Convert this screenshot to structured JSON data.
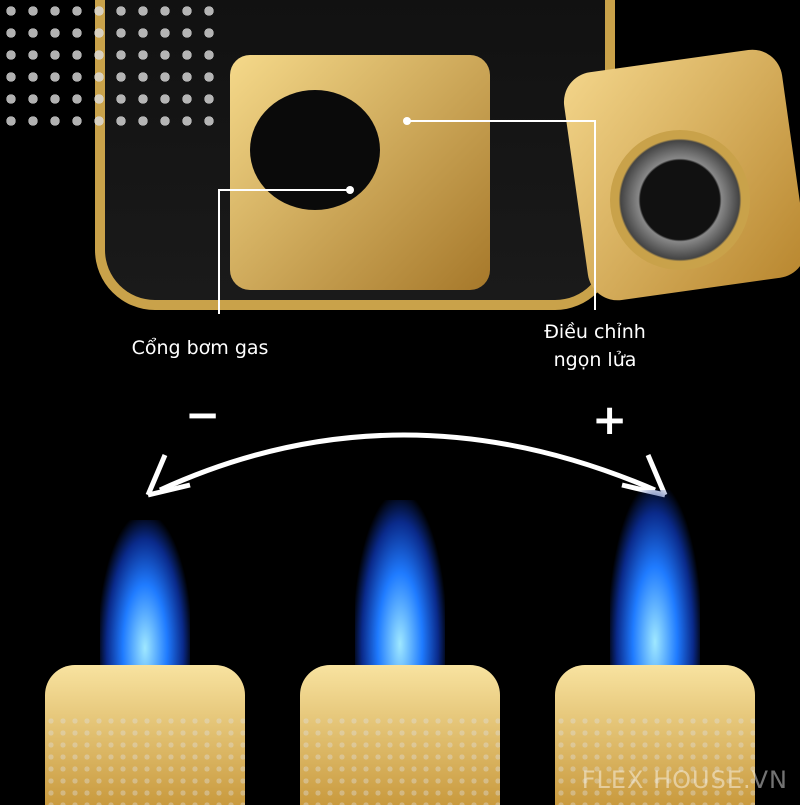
{
  "annotations": {
    "gas_port": "Cổng bơm gas",
    "flame_adjust_line1": "Điều chỉnh",
    "flame_adjust_line2": "ngọn lửa"
  },
  "indicators": {
    "minus": "−",
    "plus": "+"
  },
  "watermark": "FLEX HOUSE.VN"
}
